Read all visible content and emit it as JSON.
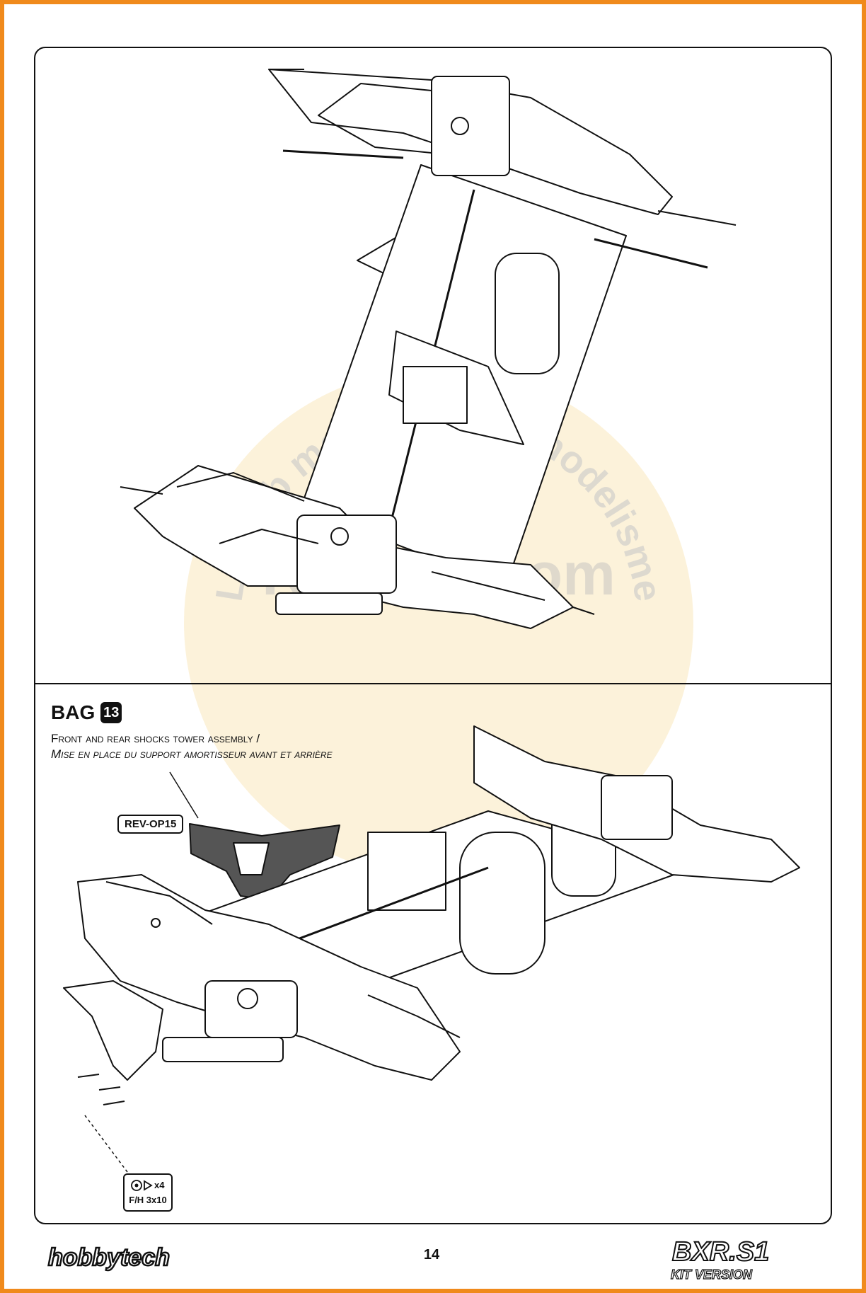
{
  "step": {
    "bag_label": "BAG",
    "bag_number": "13",
    "title_en": "Front and rear shocks tower assembly /",
    "title_fr": "Mise en place du support amortisseur avant et arrière"
  },
  "parts": {
    "tower_code": "REV-OP15",
    "screw_qty": "x4",
    "screw_size": "F/H 3x10"
  },
  "watermark": {
    "text": "Le web magazine du modelisme",
    "site": "Rcteam.com"
  },
  "footer": {
    "brand": "hobbytech",
    "page_number": "14",
    "product": "BXR.S1",
    "product_sub": "KIT VERSION"
  },
  "colors": {
    "border": "#f08a1c",
    "ink": "#111111",
    "watermark": "#f3d27a"
  }
}
